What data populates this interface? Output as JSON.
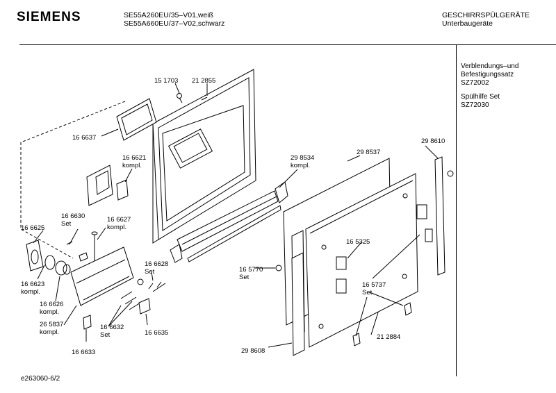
{
  "header": {
    "brand": "SIEMENS",
    "model_line_1": "SE55A260EU/35–V01,weiß",
    "model_line_2": "SE55A660EU/37–V02,schwarz",
    "category_line_1": "GESCHIRRSPÜLGERÄTE",
    "category_line_2": "Unterbaugeräte"
  },
  "sidebar": {
    "set1_line1": "Verblendungs–und",
    "set1_line2": "Befestigungssatz",
    "set1_line3": "SZ72002",
    "set2_line1": "Spülhilfe Set",
    "set2_line2": "SZ72030"
  },
  "parts": {
    "p151703": "15 1703",
    "p212855": "21 2855",
    "p166637": "16 6637",
    "p166621": "16 6621",
    "p166621_sub": "kompl.",
    "p298534": "29 8534",
    "p298534_sub": "kompl.",
    "p298537": "29 8537",
    "p298610": "29 8610",
    "p166630": "16 6630",
    "p166630_sub": "Set",
    "p166627": "16 6627",
    "p166627_sub": "kompl.",
    "p166625": "16 6625",
    "p165325": "16 5325",
    "p166628": "16 6628",
    "p166628_sub": "Set",
    "p165770": "16 5770",
    "p165770_sub": "Set",
    "p166623": "16 6623",
    "p166623_sub": "kompl.",
    "p165737": "16 5737",
    "p165737_sub": "Set",
    "p166626": "16 6626",
    "p166626_sub": "kompl.",
    "p265837": "26 5837",
    "p265837_sub": "kompl.",
    "p166632": "16 6632",
    "p166632_sub": "Set",
    "p166635": "16 6635",
    "p212884": "21 2884",
    "p166633": "16 6633",
    "p298608": "29 8608"
  },
  "footer": {
    "code": "e263060-6/2"
  }
}
